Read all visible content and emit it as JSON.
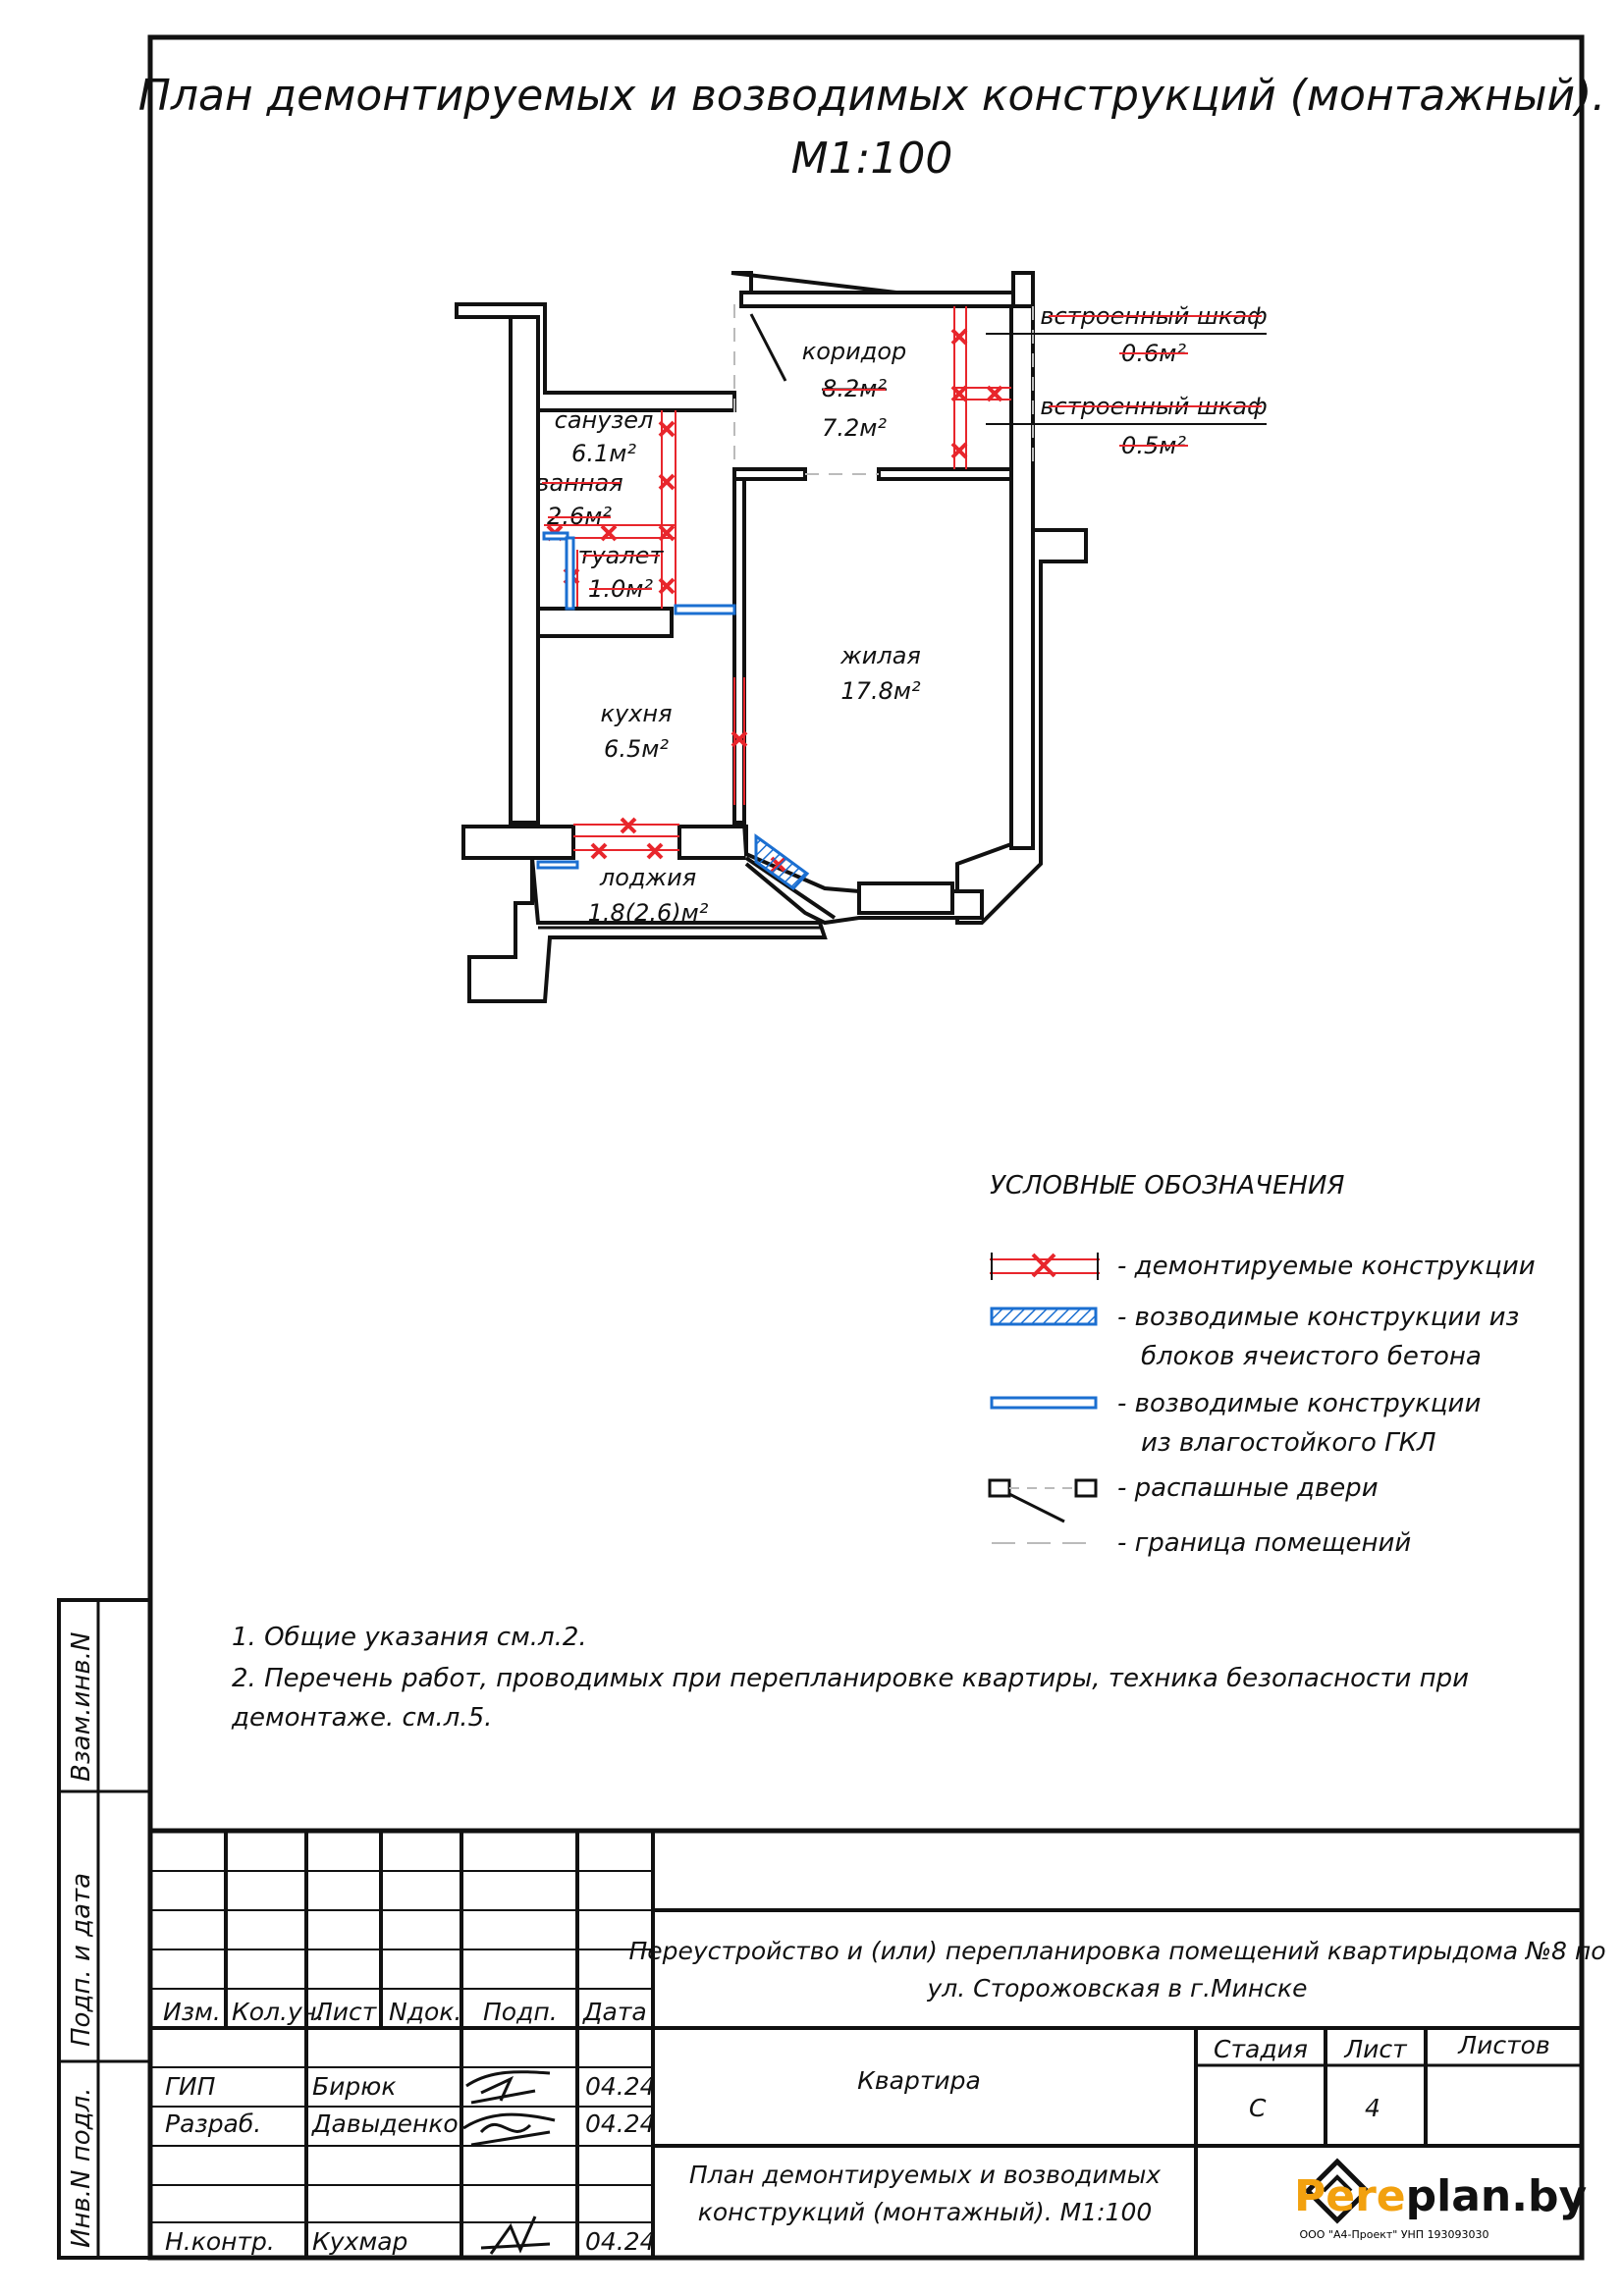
{
  "title": {
    "line1": "План демонтируемых и возводимых конструкций (монтажный).",
    "line2": "М1:100"
  },
  "rooms": {
    "corridor": {
      "name": "коридор",
      "old_area": "8.2м²",
      "area": "7.2м²"
    },
    "wardrobe1": {
      "name": "встроенный шкаф",
      "area": "0.6м²"
    },
    "wardrobe2": {
      "name": "встроенный шкаф",
      "area": "0.5м²"
    },
    "sanuzel": {
      "name": "санузел",
      "area": "6.1м²"
    },
    "bath": {
      "name": "ванная",
      "area": "2.6м²"
    },
    "toilet": {
      "name": "туалет",
      "area": "1.0м²"
    },
    "living": {
      "name": "жилая",
      "area": "17.8м²"
    },
    "kitchen": {
      "name": "кухня",
      "area": "6.5м²"
    },
    "loggia": {
      "name": "лоджия",
      "area": "1.8(2.6)м²"
    }
  },
  "legend": {
    "heading": "УСЛОВНЫЕ ОБОЗНАЧЕНИЯ",
    "items": [
      {
        "line1": "- демонтируемые конструкции",
        "line2": ""
      },
      {
        "line1": "- возводимые конструкции из",
        "line2": "блоков ячеистого бетона"
      },
      {
        "line1": "- возводимые конструкции",
        "line2": "из влагостойкого ГКЛ"
      },
      {
        "line1": "- распашные двери",
        "line2": ""
      },
      {
        "line1": "- граница помещений",
        "line2": ""
      }
    ]
  },
  "notes": [
    "1. Общие указания см.л.2.",
    "2. Перечень работ, проводимых при перепланировке квартиры, техника безопасности при",
    "демонтаже. см.л.5."
  ],
  "side_labels": [
    "Взам.инв.N",
    "Подп. и дата",
    "Инв.N подл."
  ],
  "stamp": {
    "headers": [
      "Изм.",
      "Кол.уч.",
      "Лист",
      "Nдок.",
      "Подп.",
      "Дата"
    ],
    "people": [
      {
        "role": "ГИП",
        "name": "Бирюк",
        "date": "04.24"
      },
      {
        "role": "Разраб.",
        "name": "Давыденко",
        "date": "04.24"
      },
      {
        "role": "Н.контр.",
        "name": "Кухмар",
        "date": "04.24"
      }
    ],
    "project_line1": "Переустройство и (или) перепланировка помещений квартирыдома №8 по",
    "project_line2": "ул. Сторожовская в г.Минске",
    "object": "Квартира",
    "stage_label": "Стадия",
    "sheet_label": "Лист",
    "sheets_label": "Листов",
    "stage": "С",
    "sheet": "4",
    "sheets": "",
    "drawing_line1": "План демонтируемых и возводимых",
    "drawing_line2": "конструкций (монтажный). М1:100",
    "brand_part1": "Pere",
    "brand_part2": "plan.by",
    "brand_sub": "ООО \"А4-Проект\" УНП 193093030"
  },
  "colors": {
    "demolish": "#e8262c",
    "build": "#1b6fd1",
    "wall": "#111111"
  }
}
